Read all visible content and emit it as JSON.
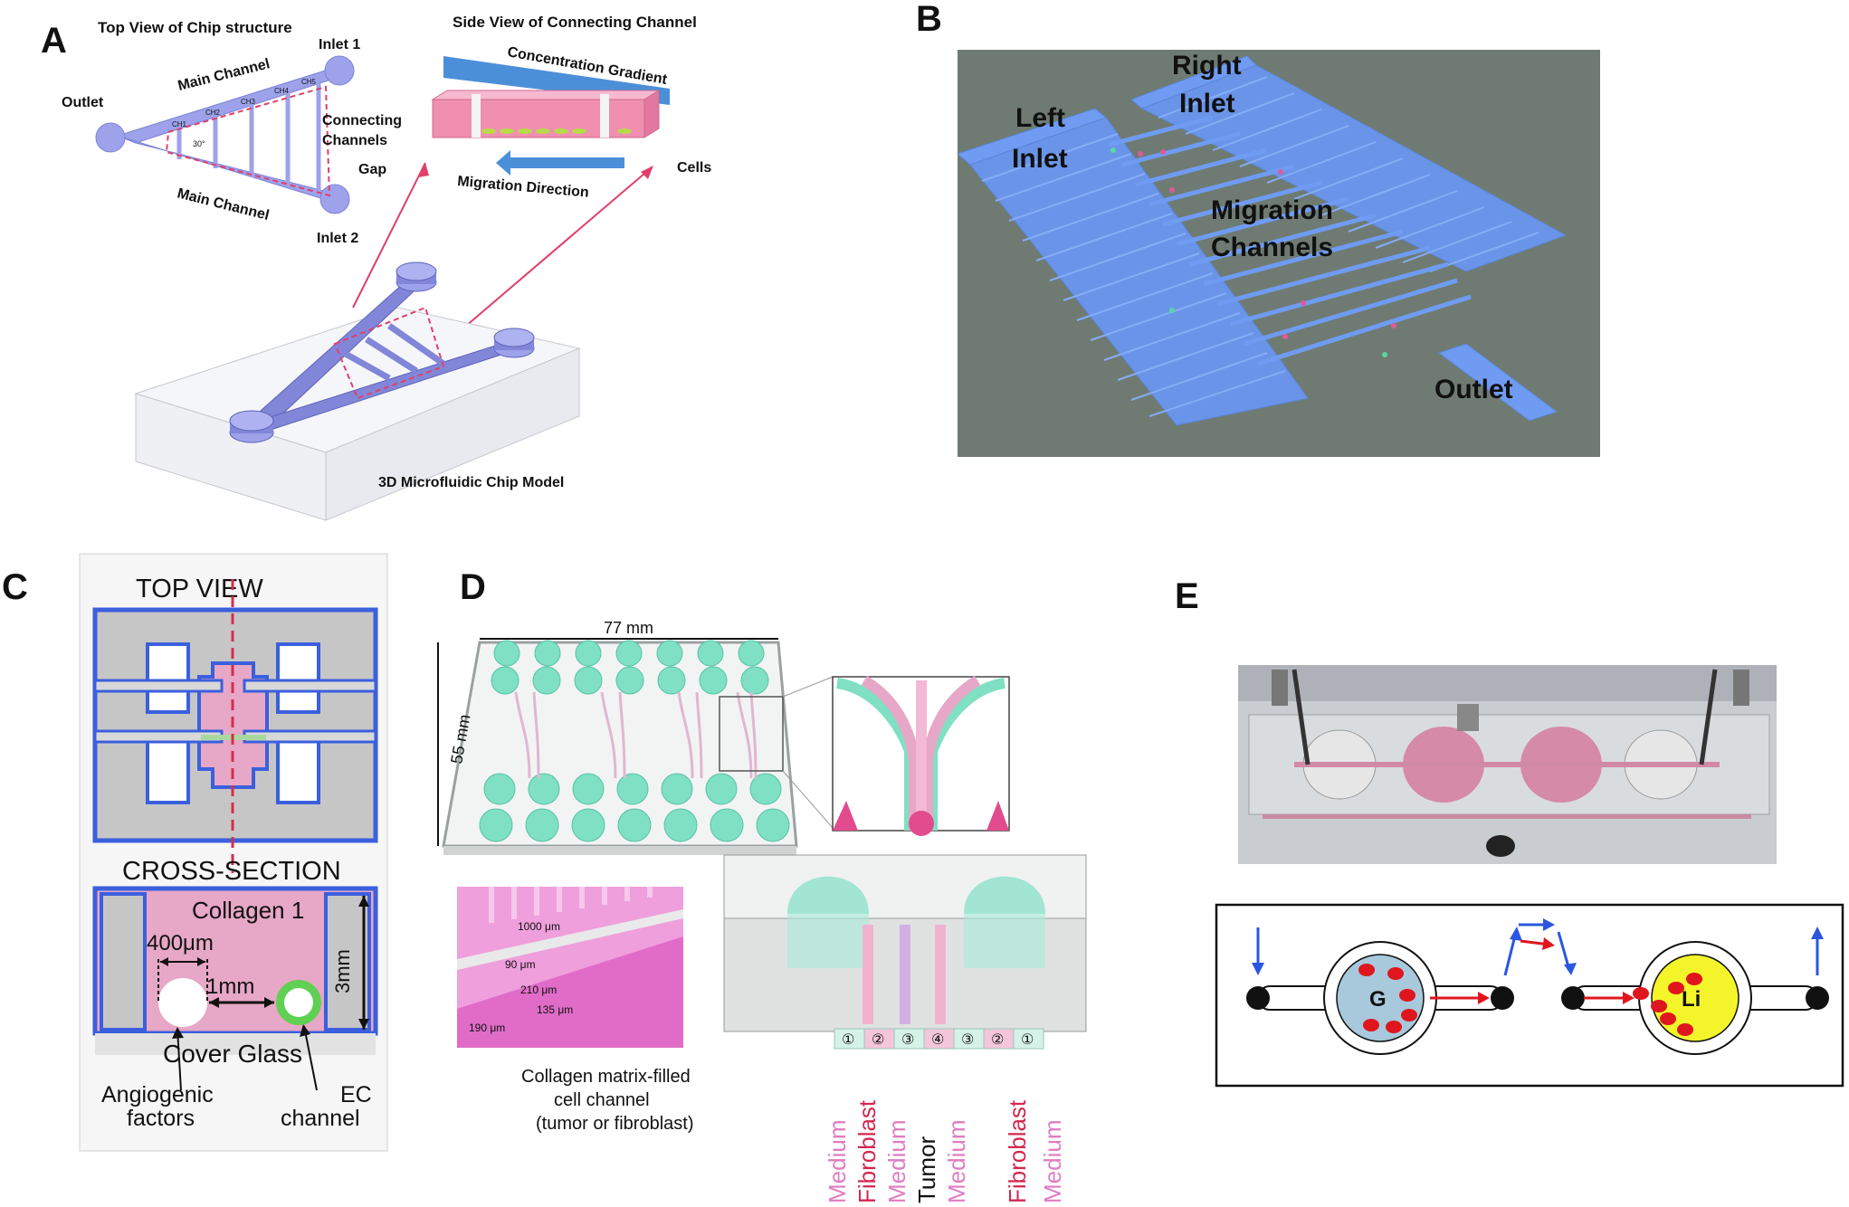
{
  "panels": {
    "A": {
      "letter": "A",
      "top_view_title": "Top View of Chip structure",
      "side_view_title": "Side View of Connecting Channel",
      "outlet": "Outlet",
      "inlet1": "Inlet 1",
      "inlet2": "Inlet 2",
      "main_channel_top": "Main Channel",
      "main_channel_bottom": "Main Channel",
      "connecting_channels_1": "Connecting",
      "connecting_channels_2": "Channels",
      "gap": "Gap",
      "angle": "30°",
      "ch_labels": [
        "CH1",
        "CH2",
        "CH3",
        "CH4",
        "CH5"
      ],
      "concentration_gradient": "Concentration Gradient",
      "migration_direction": "Migration Direction",
      "cells": "Cells",
      "model_caption": "3D Microfluidic Chip Model"
    },
    "B": {
      "letter": "B",
      "left_inlet_1": "Left",
      "left_inlet_2": "Inlet",
      "right_inlet_1": "Right",
      "right_inlet_2": "Inlet",
      "migration_1": "Migration",
      "migration_2": "Channels",
      "outlet": "Outlet"
    },
    "C": {
      "letter": "C",
      "top_view": "TOP VIEW",
      "cross_section": "CROSS-SECTION",
      "collagen": "Collagen 1",
      "dim_400": "400μm",
      "dim_1mm": "1mm",
      "dim_3mm": "3mm",
      "cover_glass": "Cover Glass",
      "angiogenic_1": "Angiogenic",
      "angiogenic_2": "factors",
      "ec_1": "EC",
      "ec_2": "channel"
    },
    "D": {
      "letter": "D",
      "width_dim": "77 mm",
      "height_dim": "55 mm",
      "dims": [
        "1000 μm",
        "90 μm",
        "210 μm",
        "135 μm",
        "190 μm"
      ],
      "caption_1": "Collagen matrix-filled",
      "caption_2": "cell channel",
      "caption_3": "(tumor or fibroblast)",
      "channel_numbers": [
        "①",
        "②",
        "③",
        "④",
        "③",
        "②",
        "①"
      ],
      "channel_labels": [
        "Medium",
        "Fibroblast",
        "Medium",
        "Tumor",
        "Medium",
        "Fibroblast",
        "Medium"
      ]
    },
    "E": {
      "letter": "E",
      "chamber_g": "G",
      "chamber_li": "Li"
    }
  },
  "colors": {
    "chip_blue": "#8f93e6",
    "channel_blue": "#6f9cf2",
    "bg_gray": "#6f7b72",
    "pink": "#e8a3c9",
    "teal": "#7fe0c4",
    "magenta": "#d44a8f",
    "red_label": "#d3264f",
    "pink_label": "#e07cc0"
  }
}
